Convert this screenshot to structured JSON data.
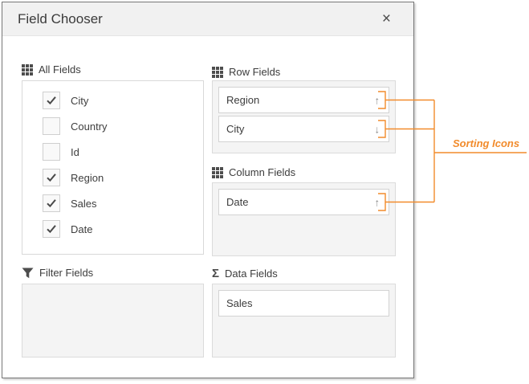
{
  "window": {
    "title": "Field Chooser",
    "close_glyph": "×"
  },
  "sections": {
    "all_fields": {
      "label": "All Fields",
      "icon": "grid-icon",
      "items": [
        {
          "label": "City",
          "checked": true
        },
        {
          "label": "Country",
          "checked": false
        },
        {
          "label": "Id",
          "checked": false
        },
        {
          "label": "Region",
          "checked": true
        },
        {
          "label": "Sales",
          "checked": true
        },
        {
          "label": "Date",
          "checked": true
        }
      ]
    },
    "row_fields": {
      "label": "Row Fields",
      "icon": "grid-icon",
      "items": [
        {
          "label": "Region",
          "sort": "ascending",
          "sort_glyph": "↑"
        },
        {
          "label": "City",
          "sort": "descending",
          "sort_glyph": "↓"
        }
      ]
    },
    "column_fields": {
      "label": "Column Fields",
      "icon": "grid-icon",
      "items": [
        {
          "label": "Date",
          "sort": "ascending",
          "sort_glyph": "↑"
        }
      ]
    },
    "filter_fields": {
      "label": "Filter Fields",
      "icon": "funnel-icon",
      "items": []
    },
    "data_fields": {
      "label": "Data Fields",
      "icon": "sigma-icon",
      "sigma_glyph": "Σ",
      "items": [
        {
          "label": "Sales"
        }
      ]
    }
  },
  "annotation": {
    "label": "Sorting Icons",
    "color": "#f28b2b"
  }
}
